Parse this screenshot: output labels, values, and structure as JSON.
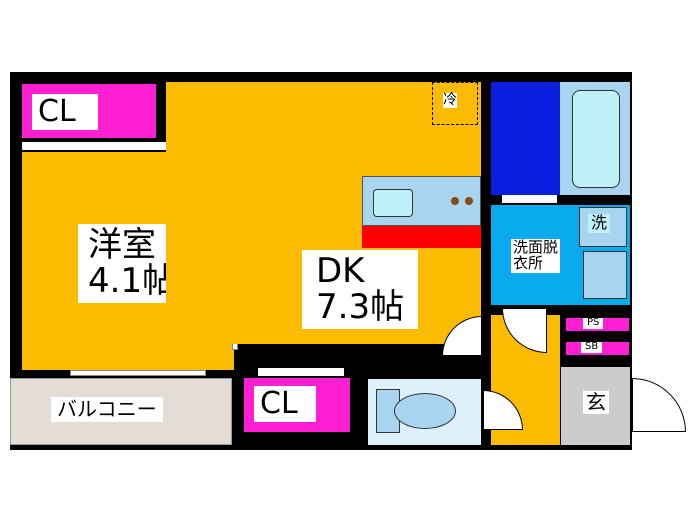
{
  "rooms": {
    "closet_top": "CL",
    "western_room": {
      "name": "洋室",
      "size": "4.1帖"
    },
    "dining_kitchen": {
      "name": "DK",
      "size": "7.3帖"
    },
    "balcony": "バルコニー",
    "closet_bottom": "CL",
    "washroom": {
      "line1": "洗面脱",
      "line2": "衣所"
    },
    "washer": "洗",
    "fridge": "冷",
    "ps": "PS",
    "sb": "SB",
    "entrance": "玄"
  },
  "colors": {
    "room": "#fbbb00",
    "closet": "#ff1fd2",
    "bath": "#0a1ee0",
    "washroom": "#0aaaee",
    "fixture": "#a9d4f0",
    "kitchen_counter": "#ff0000",
    "entrance": "#cccccc",
    "balcony": "#e3ddd5"
  }
}
